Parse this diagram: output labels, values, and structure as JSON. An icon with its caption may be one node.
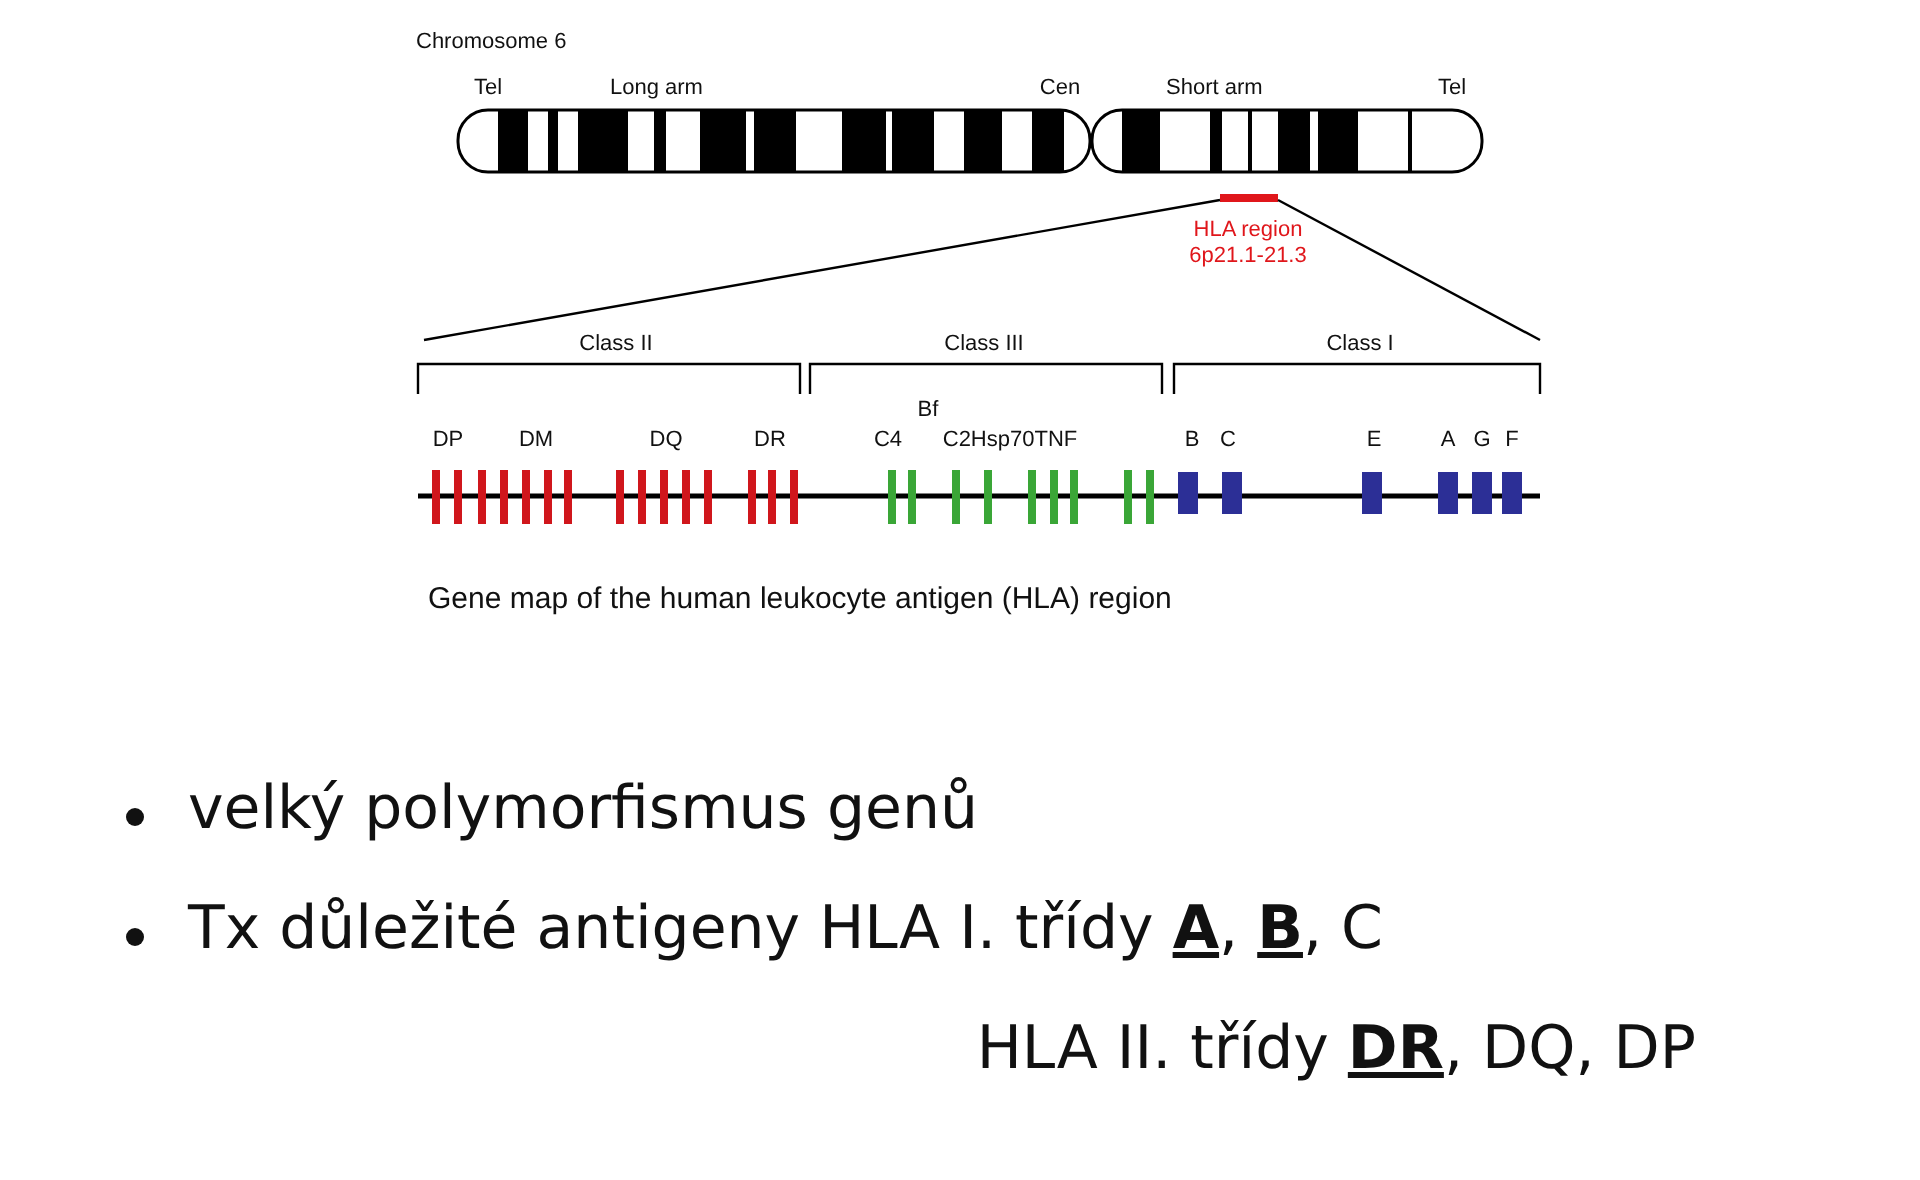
{
  "diagram": {
    "caption": "Gene map of the human leukocyte antigen (HLA) region",
    "labels": [
      "Chromosome 6",
      "Tel",
      "Long  arm",
      "Cen",
      "Short arm",
      "Tel",
      "HLA region 6p21.1-21.3",
      "Class II",
      "Class III",
      "Class I",
      "Bf",
      "DP",
      "DM",
      "DQ",
      "DR",
      "C4",
      "C2Hsp70TNF",
      "B",
      "C",
      "E",
      "A",
      "G",
      "F",
      "velký polymorfismus genů",
      "Tx důležité antigeny HLA I. třídy **A**, **B**, C",
      "HLA II. třídy **DR**, DQ, DP"
    ]
  }
}
